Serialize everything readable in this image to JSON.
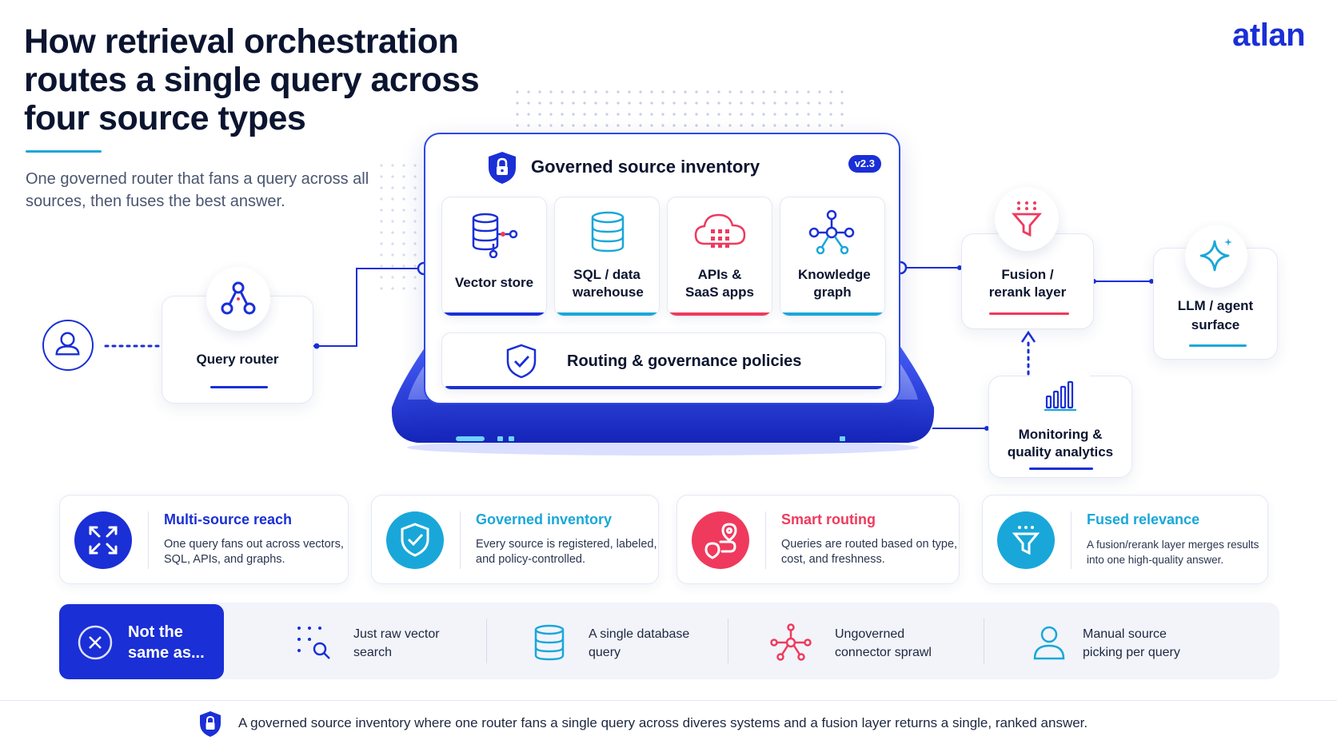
{
  "header": {
    "title": "How retrieval orchestration routes a single query across four source types",
    "subtitle": "One governed router that fans a query across all sources, then fuses the best answer.",
    "logo": "atlan"
  },
  "diagram": {
    "query_router": "Query router",
    "inventory": {
      "title": "Governed source inventory",
      "version": "v2.3",
      "sources": [
        {
          "label": "Vector store",
          "icon": "vector-store-icon",
          "color": "#1a2fd6"
        },
        {
          "label": "SQL / data warehouse",
          "icon": "database-icon",
          "color": "#19a7d9"
        },
        {
          "label": "APIs & SaaS apps",
          "icon": "cloud-icon",
          "color": "#ef3a5d"
        },
        {
          "label": "Knowledge graph",
          "icon": "graph-icon",
          "color": "#19a7d9"
        }
      ],
      "policies": "Routing & governance policies"
    },
    "fusion": "Fusion / rerank layer",
    "llm": "LLM / agent surface",
    "monitoring": "Monitoring & quality analytics"
  },
  "features": [
    {
      "title": "Multi-source reach",
      "desc": "One query fans out across vectors, SQL, APIs, and graphs.",
      "color": "#1a2fd6",
      "icon": "expand-icon"
    },
    {
      "title": "Governed inventory",
      "desc": "Every source is registered, labeled, and policy-controlled.",
      "color": "#19a7d9",
      "icon": "shield-check-icon"
    },
    {
      "title": "Smart routing",
      "desc": "Queries are routed based on type, cost, and freshness.",
      "color": "#ef3a5d",
      "icon": "route-icon"
    },
    {
      "title": "Fused relevance",
      "desc": "A fusion/rerank layer merges results into one high-quality answer.",
      "color": "#19a7d9",
      "icon": "funnel-icon"
    }
  ],
  "not_the_same": {
    "label": "Not the same as...",
    "items": [
      {
        "text": "Just raw vector search",
        "icon": "dots-search-icon"
      },
      {
        "text": "A single database query",
        "icon": "database-icon"
      },
      {
        "text": "Ungoverned connector sprawl",
        "icon": "sprawl-icon"
      },
      {
        "text": "Manual source picking per query",
        "icon": "user-icon"
      }
    ]
  },
  "footer": "A governed source inventory where one router fans a single query across diveres systems and a fusion layer returns a single, ranked answer.",
  "colors": {
    "brand": "#1a2fd6",
    "cyan": "#19a7d9",
    "pink": "#ef3a5d",
    "ink": "#0b1530"
  }
}
